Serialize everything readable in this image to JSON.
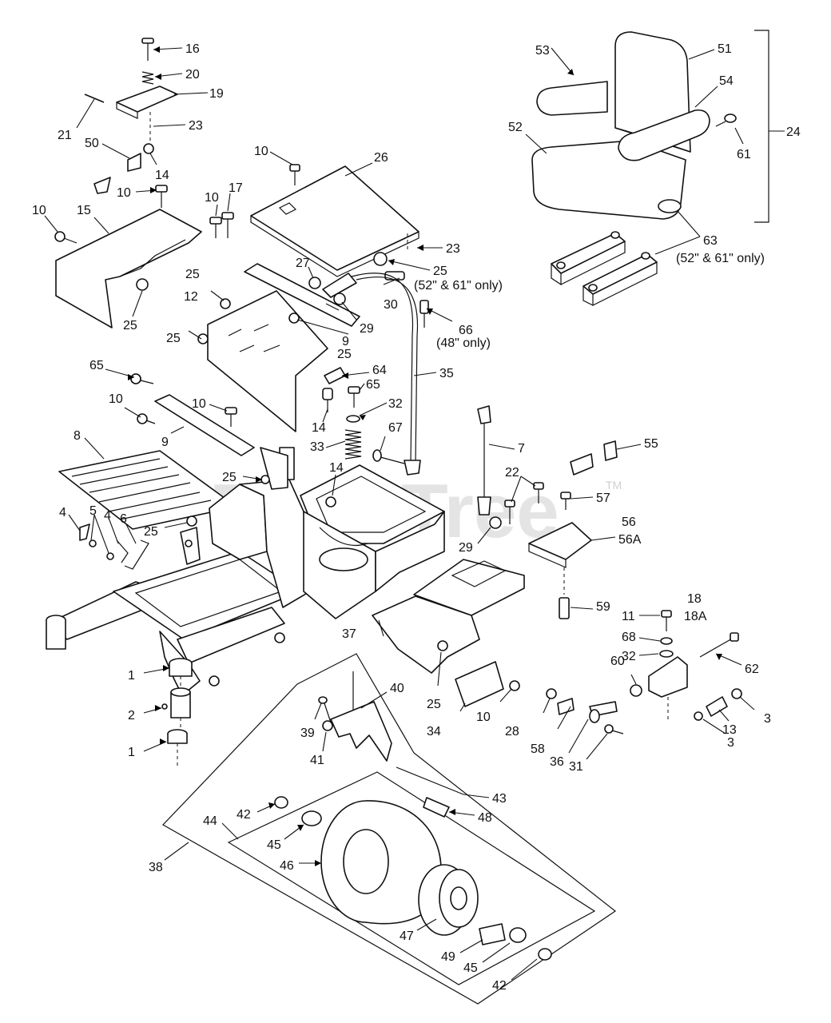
{
  "watermark": {
    "text": "PartsTree",
    "tm": "TM"
  },
  "callouts": [
    {
      "id": "c16",
      "text": "16"
    },
    {
      "id": "c20",
      "text": "20"
    },
    {
      "id": "c19",
      "text": "19"
    },
    {
      "id": "c21",
      "text": "21"
    },
    {
      "id": "c23a",
      "text": "23"
    },
    {
      "id": "c50",
      "text": "50"
    },
    {
      "id": "c14a",
      "text": "14"
    },
    {
      "id": "c10a",
      "text": "10"
    },
    {
      "id": "c10b",
      "text": "10"
    },
    {
      "id": "c10c",
      "text": "10"
    },
    {
      "id": "c17",
      "text": "17"
    },
    {
      "id": "c15",
      "text": "15"
    },
    {
      "id": "c25a",
      "text": "25"
    },
    {
      "id": "c10d",
      "text": "10"
    },
    {
      "id": "c26",
      "text": "26"
    },
    {
      "id": "c23b",
      "text": "23"
    },
    {
      "id": "c25b",
      "text": "25"
    },
    {
      "id": "c27",
      "text": "27"
    },
    {
      "id": "c30",
      "text": "30"
    },
    {
      "id": "c29a",
      "text": "29"
    },
    {
      "id": "c25c",
      "text": "25"
    },
    {
      "id": "c12",
      "text": "12"
    },
    {
      "id": "c9a",
      "text": "9"
    },
    {
      "id": "c25d",
      "text": "25"
    },
    {
      "id": "c25e",
      "text": "25"
    },
    {
      "id": "c66",
      "text": "66"
    },
    {
      "id": "c64",
      "text": "64"
    },
    {
      "id": "c35",
      "text": "35"
    },
    {
      "id": "c65a",
      "text": "65"
    },
    {
      "id": "c65b",
      "text": "65"
    },
    {
      "id": "c32a",
      "text": "32"
    },
    {
      "id": "c14b",
      "text": "14"
    },
    {
      "id": "c10e",
      "text": "10"
    },
    {
      "id": "c10f",
      "text": "10"
    },
    {
      "id": "c9b",
      "text": "9"
    },
    {
      "id": "c67",
      "text": "67"
    },
    {
      "id": "c33",
      "text": "33"
    },
    {
      "id": "c8",
      "text": "8"
    },
    {
      "id": "c14c",
      "text": "14"
    },
    {
      "id": "c25f",
      "text": "25"
    },
    {
      "id": "c4a",
      "text": "4"
    },
    {
      "id": "c5",
      "text": "5"
    },
    {
      "id": "c4b",
      "text": "4"
    },
    {
      "id": "c6",
      "text": "6"
    },
    {
      "id": "c25g",
      "text": "25"
    },
    {
      "id": "c7",
      "text": "7"
    },
    {
      "id": "c55",
      "text": "55"
    },
    {
      "id": "c22",
      "text": "22"
    },
    {
      "id": "c57",
      "text": "57"
    },
    {
      "id": "c29b",
      "text": "29"
    },
    {
      "id": "c56",
      "text": "56"
    },
    {
      "id": "c56a",
      "text": "56A"
    },
    {
      "id": "c59",
      "text": "59"
    },
    {
      "id": "c37",
      "text": "37"
    },
    {
      "id": "c18",
      "text": "18"
    },
    {
      "id": "c18a",
      "text": "18A"
    },
    {
      "id": "c11",
      "text": "11"
    },
    {
      "id": "c68",
      "text": "68"
    },
    {
      "id": "c32b",
      "text": "32"
    },
    {
      "id": "c62",
      "text": "62"
    },
    {
      "id": "c1a",
      "text": "1"
    },
    {
      "id": "c40",
      "text": "40"
    },
    {
      "id": "c60",
      "text": "60"
    },
    {
      "id": "c2",
      "text": "2"
    },
    {
      "id": "c25h",
      "text": "25"
    },
    {
      "id": "c10g",
      "text": "10"
    },
    {
      "id": "c28",
      "text": "28"
    },
    {
      "id": "c3a",
      "text": "3"
    },
    {
      "id": "c13",
      "text": "13"
    },
    {
      "id": "c39",
      "text": "39"
    },
    {
      "id": "c34",
      "text": "34"
    },
    {
      "id": "c58",
      "text": "58"
    },
    {
      "id": "c36",
      "text": "36"
    },
    {
      "id": "c31",
      "text": "31"
    },
    {
      "id": "c3b",
      "text": "3"
    },
    {
      "id": "c1b",
      "text": "1"
    },
    {
      "id": "c41",
      "text": "41"
    },
    {
      "id": "c43",
      "text": "43"
    },
    {
      "id": "c42a",
      "text": "42"
    },
    {
      "id": "c48",
      "text": "48"
    },
    {
      "id": "c44",
      "text": "44"
    },
    {
      "id": "c45a",
      "text": "45"
    },
    {
      "id": "c38",
      "text": "38"
    },
    {
      "id": "c46",
      "text": "46"
    },
    {
      "id": "c47",
      "text": "47"
    },
    {
      "id": "c49",
      "text": "49"
    },
    {
      "id": "c45b",
      "text": "45"
    },
    {
      "id": "c42b",
      "text": "42"
    },
    {
      "id": "c53",
      "text": "53"
    },
    {
      "id": "c51",
      "text": "51"
    },
    {
      "id": "c54",
      "text": "54"
    },
    {
      "id": "c52",
      "text": "52"
    },
    {
      "id": "c61",
      "text": "61"
    },
    {
      "id": "c24",
      "text": "24"
    },
    {
      "id": "c63",
      "text": "63"
    }
  ],
  "notes": {
    "n25": "(52\" & 61\" only)",
    "n66": "(48\" only)",
    "n63": "(52\" & 61\" only)"
  }
}
